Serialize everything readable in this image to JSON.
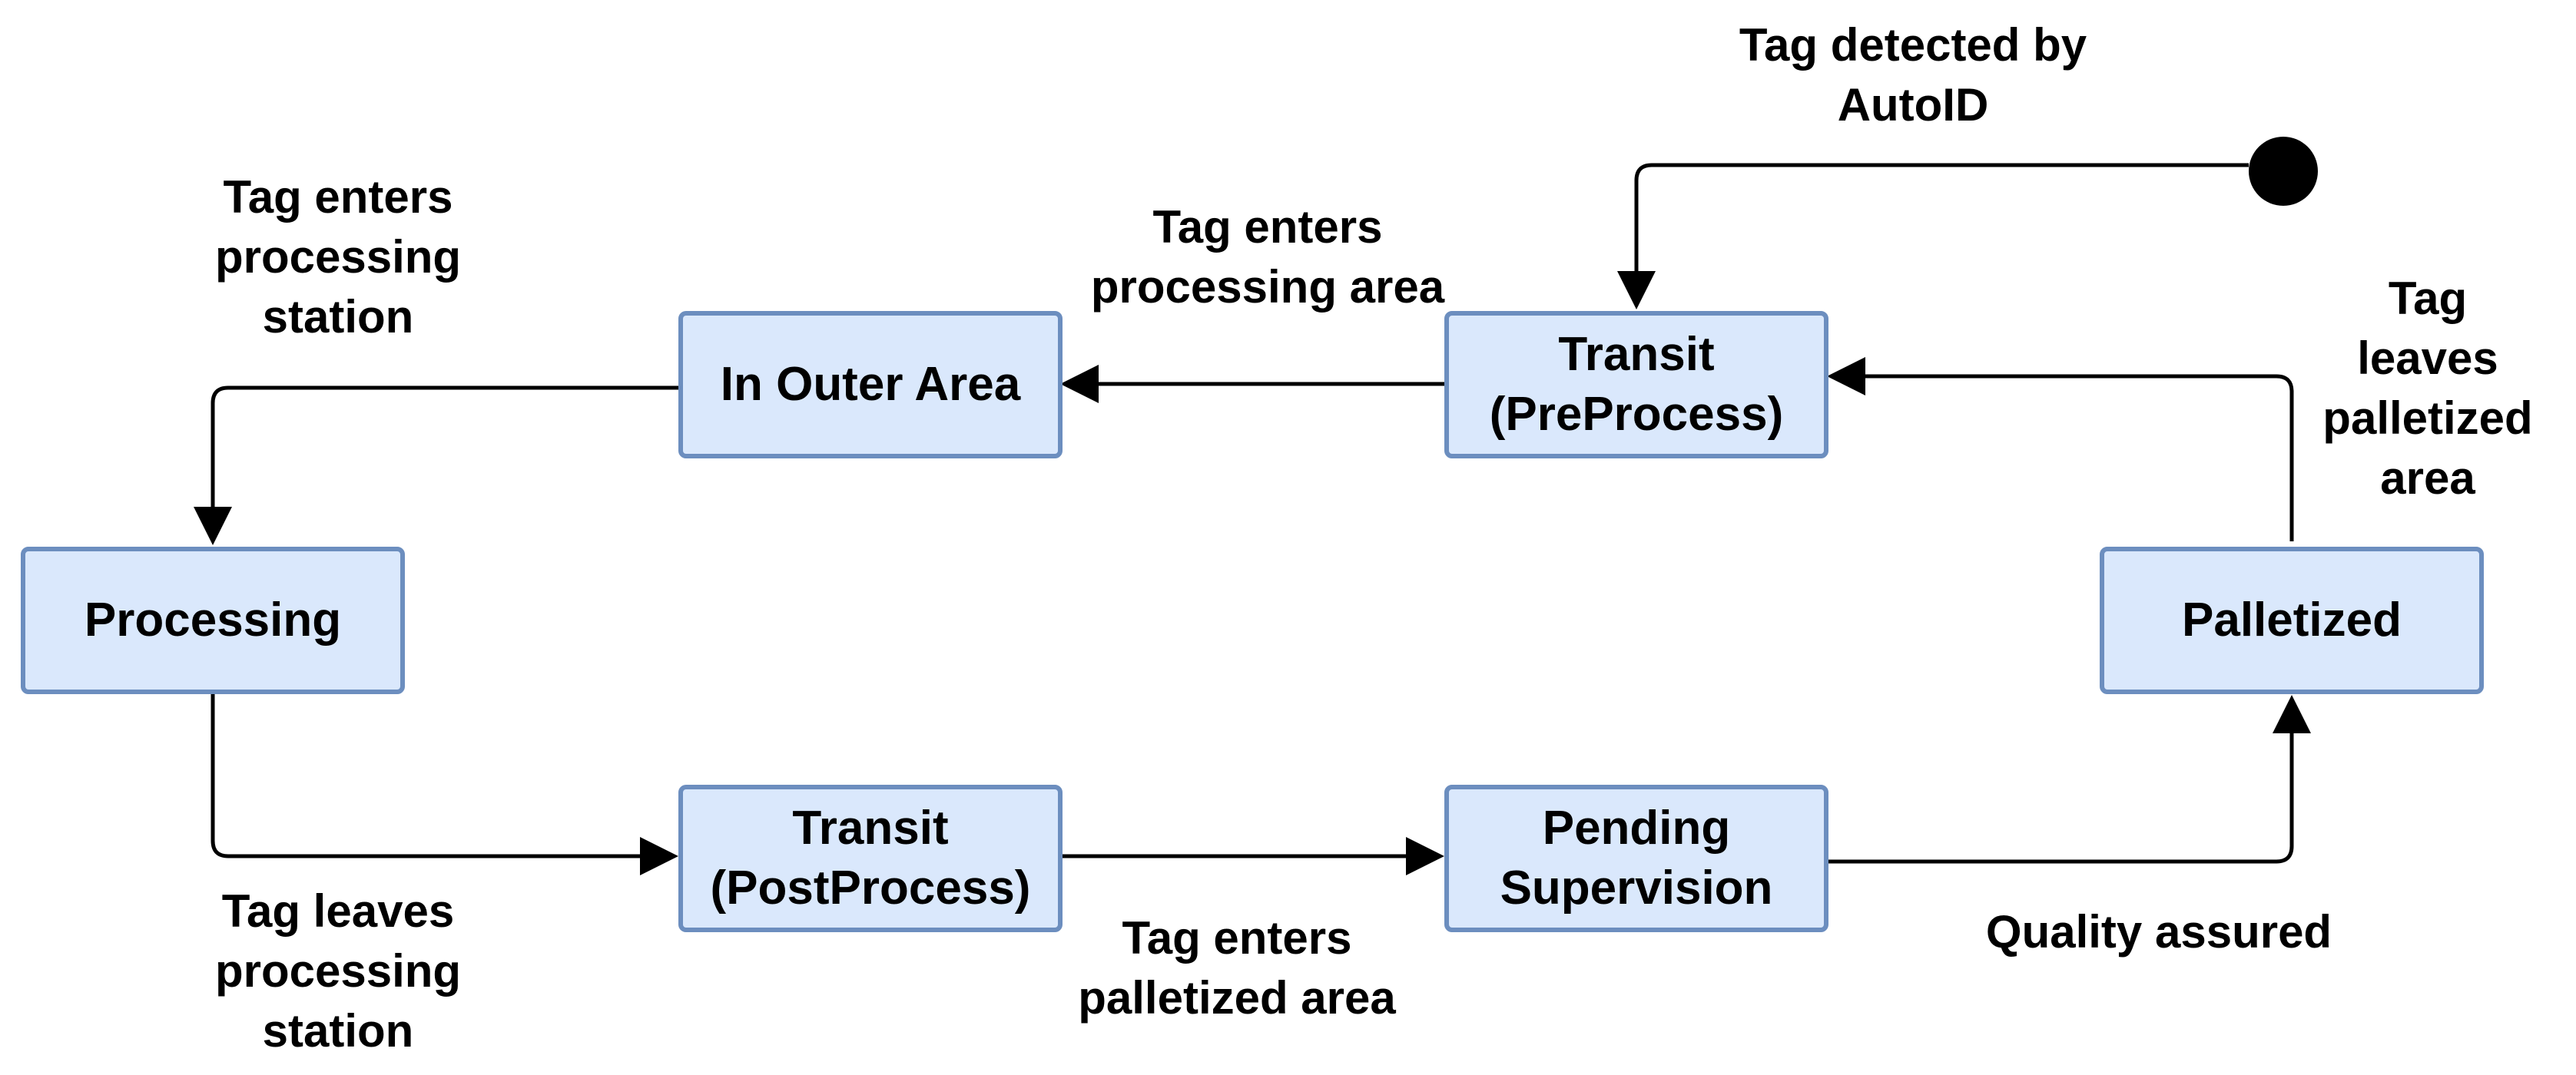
{
  "states": {
    "in_outer_area": [
      "In Outer Area"
    ],
    "transit_preprocess": [
      "Transit",
      "(PreProcess)"
    ],
    "processing": [
      "Processing"
    ],
    "palletized": [
      "Palletized"
    ],
    "transit_postprocess": [
      "Transit",
      "(PostProcess)"
    ],
    "pending_supervision": [
      "Pending",
      "Supervision"
    ]
  },
  "transitions": {
    "tag_detected": [
      "Tag detected by",
      "AutoID"
    ],
    "enters_processing_station": [
      "Tag enters",
      "processing",
      "station"
    ],
    "enters_processing_area": [
      "Tag enters",
      "processing area"
    ],
    "leaves_palletized_area": [
      "Tag",
      "leaves",
      "palletized",
      "area"
    ],
    "leaves_processing_station": [
      "Tag leaves",
      "processing",
      "station"
    ],
    "enters_palletized_area": [
      "Tag enters",
      "palletized area"
    ],
    "quality_assured": [
      "Quality assured"
    ]
  },
  "colors": {
    "state_fill": "#dae8fc",
    "state_border": "#6c8ebf",
    "edge": "#000000"
  }
}
